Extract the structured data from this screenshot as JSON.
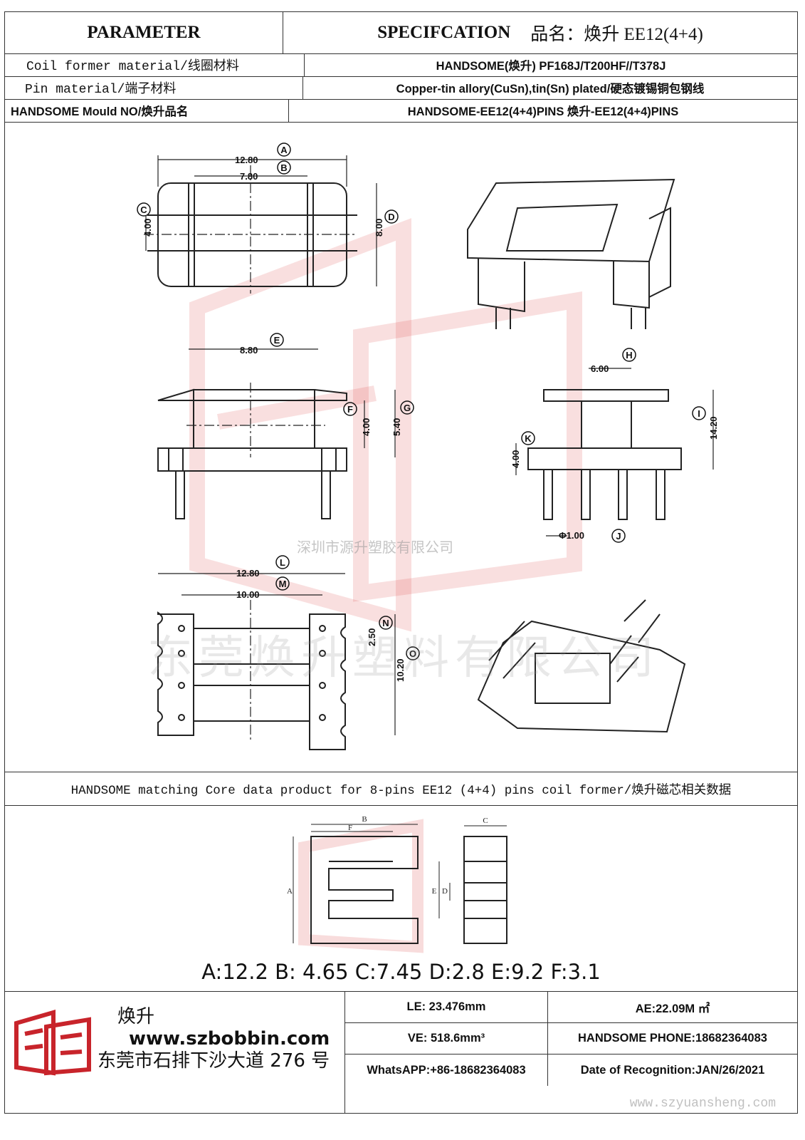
{
  "header": {
    "parameter": "PARAMETER",
    "spec_label": "SPECIFCATION",
    "spec_name": "品名：焕升 EE12(4+4)",
    "rows": [
      {
        "param": "Coil former material/线圈材料",
        "value": "HANDSOME(焕升)  PF168J/T200HF//T378J"
      },
      {
        "param": "Pin material/端子材料",
        "value": "Copper-tin allory(CuSn),tin(Sn) plated/硬态镀锡铜包钢线"
      },
      {
        "param": "HANDSOME Mould NO/焕升品名",
        "value": "HANDSOME-EE12(4+4)PINS   焕升-EE12(4+4)PINS"
      }
    ]
  },
  "drawing": {
    "top_labels": {
      "a": "12.80",
      "b": "7.80",
      "c": "4.00",
      "d": "8.00"
    },
    "side_labels": {
      "e": "8.80",
      "f": "4.00",
      "g": "5.40"
    },
    "end_labels": {
      "h": "6.00",
      "i": "14.20",
      "k": "4.00",
      "j": "Φ1.00"
    },
    "bottom_labels": {
      "l": "12.80",
      "m": "10.00",
      "n": "2.50",
      "o": "10.20"
    },
    "markers": [
      "A",
      "B",
      "C",
      "D",
      "E",
      "F",
      "G",
      "H",
      "I",
      "J",
      "K",
      "L",
      "M",
      "N",
      "O"
    ],
    "watermark_cn": "东莞焕升塑料有限公司",
    "watermark_sz": "深圳市源升塑胶有限公司"
  },
  "match_text": "HANDSOME matching Core data  product for 8-pins EE12 (4+4) pins coil former/焕升磁芯相关数据",
  "core": {
    "labels": [
      "A",
      "B",
      "C",
      "D",
      "E",
      "F"
    ],
    "dims_text": "A:12.2 B: 4.65 C:7.45 D:2.8 E:9.2 F:3.1"
  },
  "footer": {
    "brand": "焕升",
    "website": "www.szbobbin.com",
    "address": "东莞市石排下沙大道 276 号",
    "le": "LE: 23.476mm",
    "ae": "AE:22.09M ㎡",
    "ve": "VE: 518.6mm³",
    "phone": "HANDSOME PHONE:18682364083",
    "whatsapp": "WhatsAPP:+86-18682364083",
    "date": "Date of Recognition:JAN/26/2021",
    "watermark_url": "www.szyuansheng.com"
  },
  "colors": {
    "logo_red": "#c8242b",
    "line": "#333333"
  }
}
